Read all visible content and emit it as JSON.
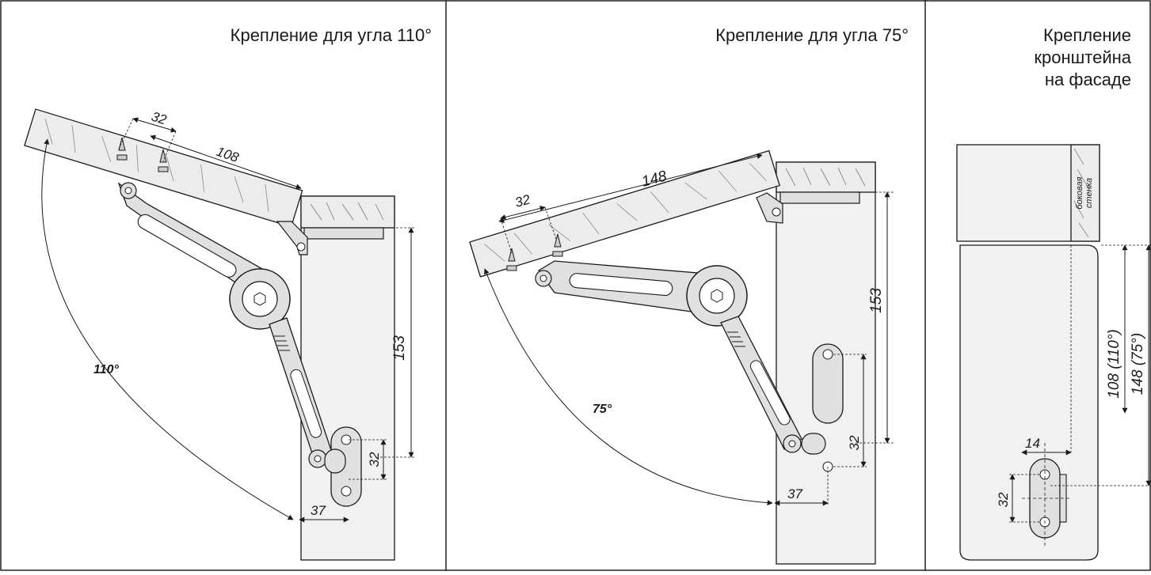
{
  "panels": [
    {
      "title": "Крепление для угла 110°",
      "dims": {
        "d32": "32",
        "d108": "108",
        "d153": "153",
        "d32b": "32",
        "d37": "37"
      },
      "angle": "110°"
    },
    {
      "title": "Крепление для угла 75°",
      "dims": {
        "d148": "148",
        "d32": "32",
        "d153": "153",
        "d32b": "32",
        "d37": "37"
      },
      "angle": "75°"
    },
    {
      "title_lines": [
        "Крепление",
        "кронштейна",
        "на фасаде"
      ],
      "side_wall_lines": [
        "боковая",
        "стенка"
      ],
      "dims": {
        "d14": "14",
        "d32": "32",
        "d108": "108 (110°)",
        "d148": "148 (75°)"
      }
    }
  ],
  "colors": {
    "stroke": "#1a1a1a",
    "wood_fill": "#ececec",
    "panel_fill": "#f1f1f1",
    "metal_fill": "#e0e0e0",
    "frame": "#222222"
  }
}
